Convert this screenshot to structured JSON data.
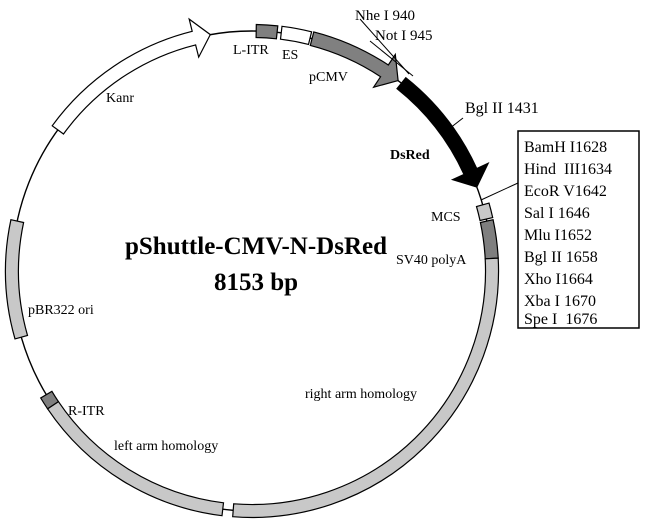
{
  "plasmid": {
    "name": "pShuttle-CMV-N-DsRed",
    "size_label": "8153 bp"
  },
  "colors": {
    "backbone": "#000000",
    "gray_segment": "#c8c8c8",
    "dark_segment": "#7f7f7f",
    "pcmv": "#808080",
    "dsred": "#000000",
    "white_segment": "#ffffff"
  },
  "features": {
    "litr": "L-ITR",
    "es": "ES",
    "pcmv": "pCMV",
    "dsred": "DsRed",
    "mcs": "MCS",
    "sv40": "SV40 polyA",
    "right_arm": "right arm homology",
    "left_arm": "left arm homology",
    "ritr": "R-ITR",
    "pbr322": "pBR322 ori",
    "kanr": "Kanr"
  },
  "sites": {
    "nhe": "Nhe I 940",
    "not": "Not I 945",
    "bgl1431": "Bgl II 1431"
  },
  "mcs_sites": [
    "BamH I1628",
    "Hind  III1634",
    "EcoR V1642",
    "Sal I 1646",
    "Mlu I1652",
    "Bgl II 1658",
    "Xho I1664",
    "Xba I 1670",
    "Spe I  1676"
  ]
}
